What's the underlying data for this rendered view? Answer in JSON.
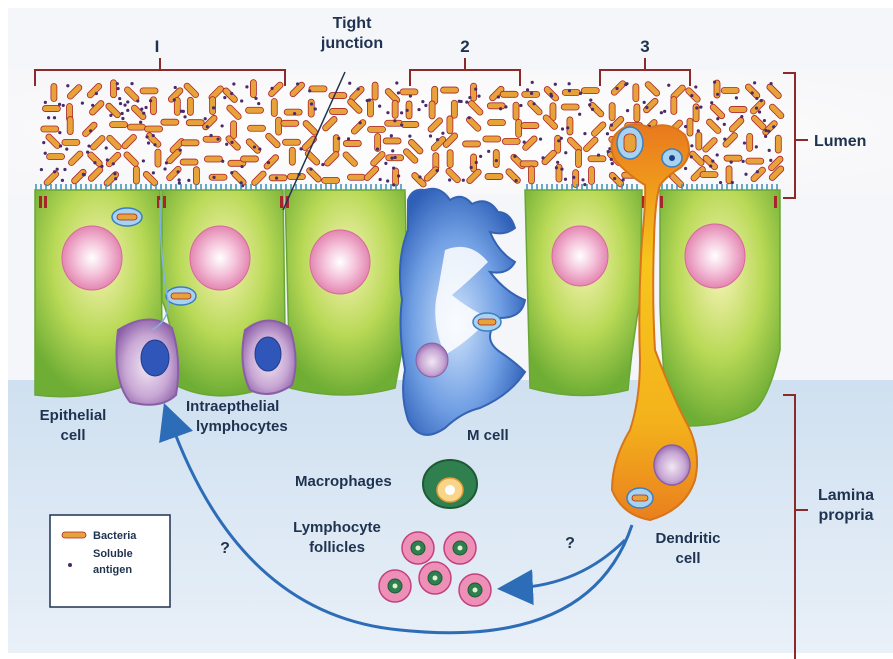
{
  "labels": {
    "region_1": "I",
    "region_2": "2",
    "region_3": "3",
    "tight_junction_line1": "Tight",
    "tight_junction_line2": "junction",
    "lumen": "Lumen",
    "lamina_line1": "Lamina",
    "lamina_line2": "propria",
    "epithelial_line1": "Epithelial",
    "epithelial_line2": "cell",
    "iel_line1": "Intraepthelial",
    "iel_line2": "lymphocytes",
    "m_cell": "M cell",
    "macrophages": "Macrophages",
    "follicles_line1": "Lymphocyte",
    "follicles_line2": "follicles",
    "dendritic_line1": "Dendritic",
    "dendritic_line2": "cell",
    "question_left": "?",
    "question_right": "?"
  },
  "legend": {
    "bacteria": "Bacteria",
    "soluble_line1": "Soluble",
    "soluble_line2": "antigen"
  },
  "colors": {
    "epithelium_green": "#8dc63f",
    "nucleus_pink": "#e98bb4",
    "m_cell_blue": "#4a7fd1",
    "dendritic_yellow": "#f6c11a",
    "dendritic_orange": "#ef8a1f",
    "macrophage_green": "#2f7f4f",
    "lamina_blue": "#d8e6f3",
    "text_navy": "#1f3350",
    "arrow_blue": "#2d6db8",
    "bacteria_orange": "#e8a23a",
    "junction_red": "#a8242b"
  }
}
